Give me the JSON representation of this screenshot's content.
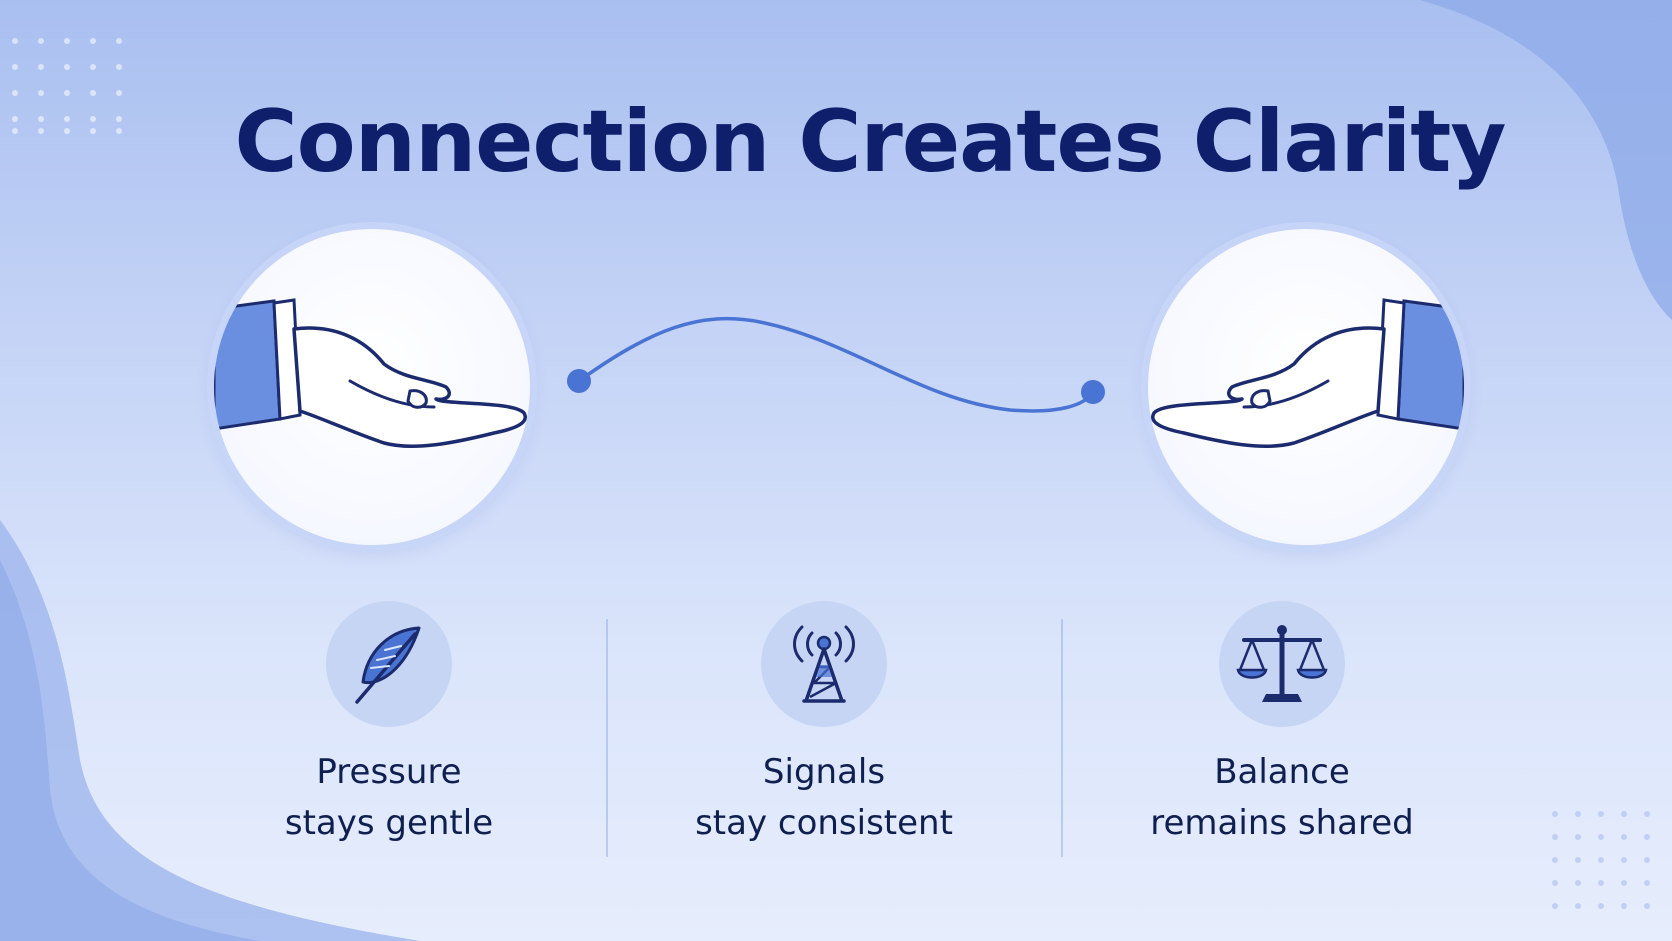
{
  "title": "Connection Creates Clarity",
  "colors": {
    "navy": "#0f1f6b",
    "accent": "#4a74d4",
    "icon_disc": "#c7d5f5",
    "cuff": "#6b8fe0"
  },
  "hands": [
    {
      "side": "left",
      "icon": "open-hand-icon"
    },
    {
      "side": "right",
      "icon": "open-hand-icon"
    }
  ],
  "features": [
    {
      "icon": "feather-icon",
      "line1": "Pressure",
      "line2": "stays gentle"
    },
    {
      "icon": "signal-tower-icon",
      "line1": "Signals",
      "line2": "stay consistent"
    },
    {
      "icon": "balance-scale-icon",
      "line1": "Balance",
      "line2": "remains shared"
    }
  ]
}
